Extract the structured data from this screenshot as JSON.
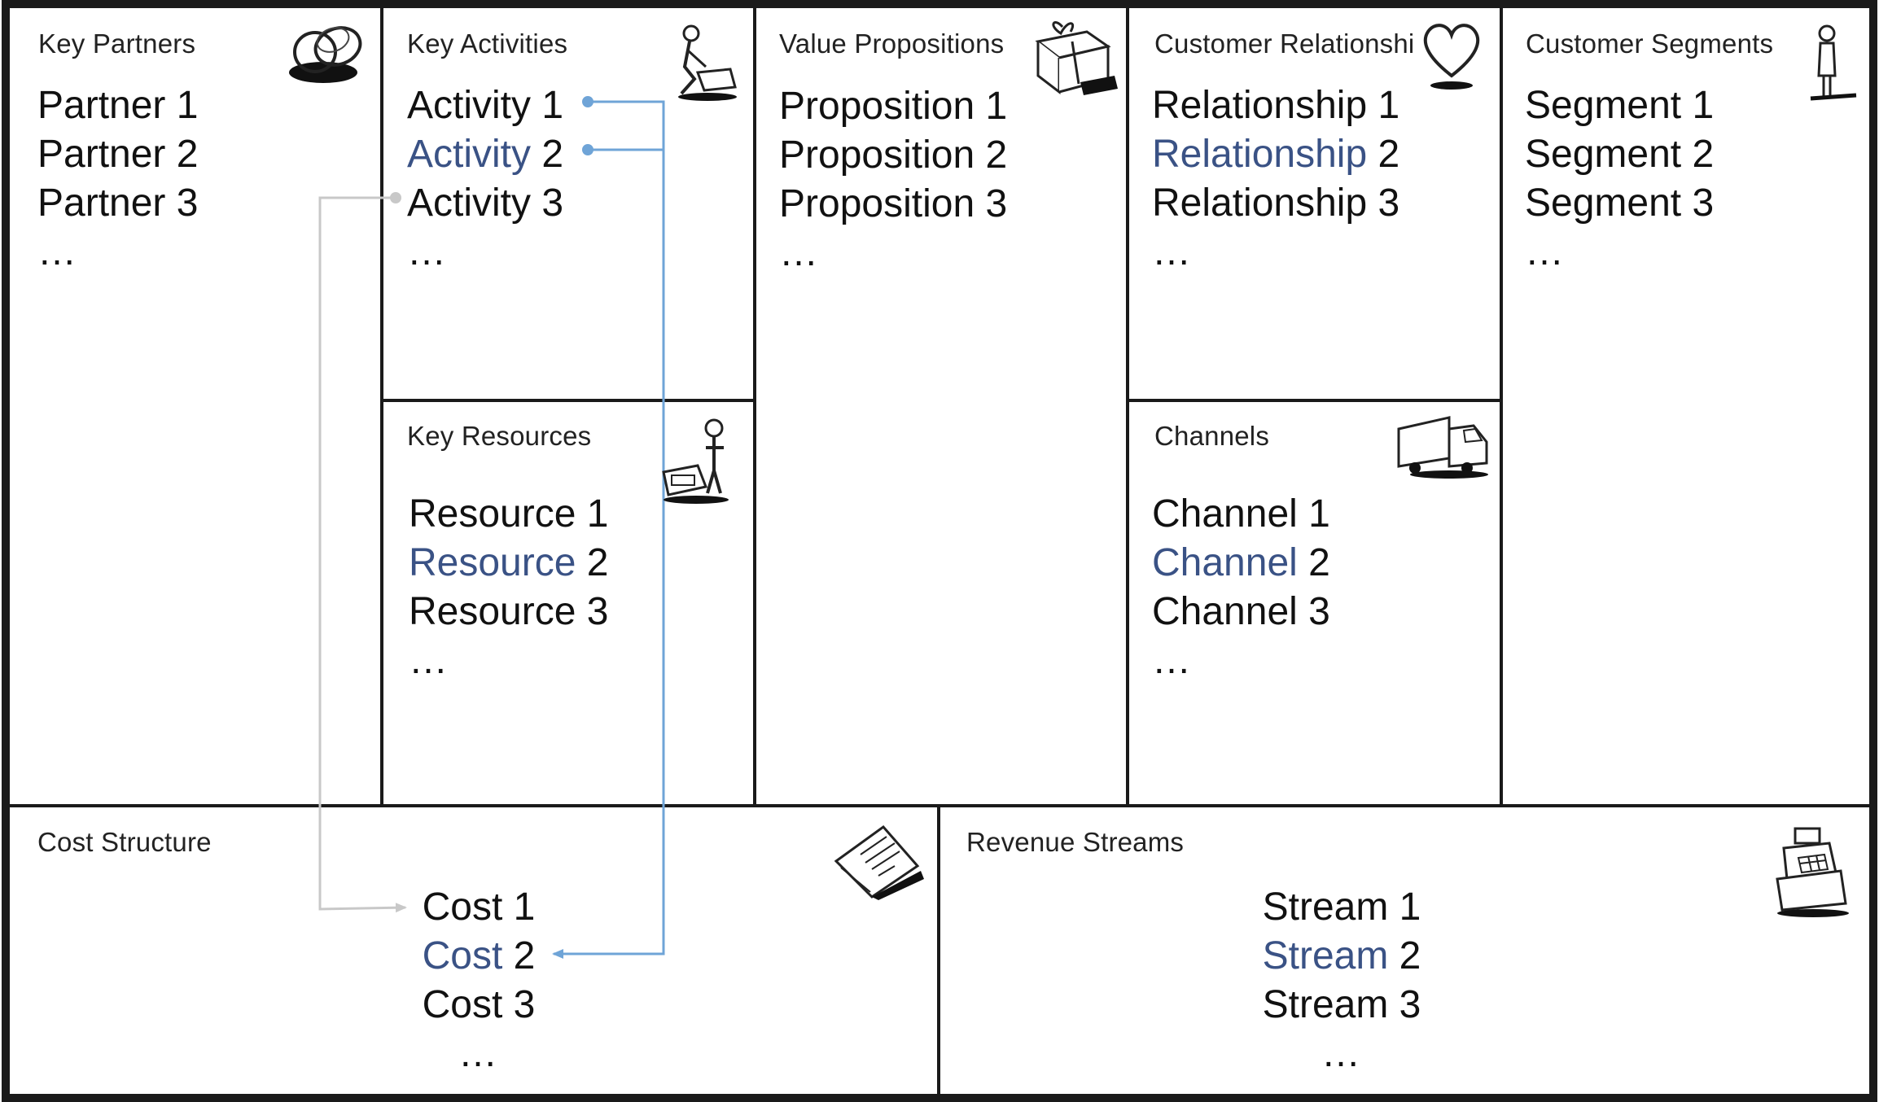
{
  "colors": {
    "frame": "#1a1a1a",
    "highlight_text": "#3a5285",
    "connector_blue": "#6fa4d7",
    "connector_gray": "#c8c8c8"
  },
  "key_partners": {
    "heading": "Key Partners",
    "icon": "chain-links-icon",
    "items": [
      "Partner 1",
      "Partner 2",
      "Partner 3"
    ],
    "ellipsis": "…"
  },
  "key_activities": {
    "heading": "Key Activities",
    "icon": "worker-icon",
    "items": [
      {
        "word": "Activity",
        "num": "1",
        "highlight": false
      },
      {
        "word": "Activity",
        "num": "2",
        "highlight": true
      },
      {
        "word": "Activity",
        "num": "3",
        "highlight": false
      }
    ],
    "ellipsis": "…"
  },
  "key_resources": {
    "heading": "Key Resources",
    "icon": "person-with-machine-icon",
    "items": [
      {
        "word": "Resource",
        "num": "1",
        "highlight": false
      },
      {
        "word": "Resource",
        "num": "2",
        "highlight": true
      },
      {
        "word": "Resource",
        "num": "3",
        "highlight": false
      }
    ],
    "ellipsis": "…"
  },
  "value_propositions": {
    "heading": "Value Propositions",
    "icon": "gift-box-icon",
    "items": [
      "Proposition 1",
      "Proposition 2",
      "Proposition 3"
    ],
    "ellipsis": "…"
  },
  "customer_relationships": {
    "heading": "Customer Relationshi",
    "icon": "heart-icon",
    "items": [
      {
        "word": "Relationship",
        "num": "1",
        "highlight": false
      },
      {
        "word": "Relationship",
        "num": "2",
        "highlight": true
      },
      {
        "word": "Relationship",
        "num": "3",
        "highlight": false
      }
    ],
    "ellipsis": "…"
  },
  "channels": {
    "heading": "Channels",
    "icon": "delivery-truck-icon",
    "items": [
      {
        "word": "Channel",
        "num": "1",
        "highlight": false
      },
      {
        "word": "Channel",
        "num": "2",
        "highlight": true
      },
      {
        "word": "Channel",
        "num": "3",
        "highlight": false
      }
    ],
    "ellipsis": "…"
  },
  "customer_segments": {
    "heading": "Customer Segments",
    "icon": "standing-person-icon",
    "items": [
      "Segment 1",
      "Segment 2",
      "Segment 3"
    ],
    "ellipsis": "…"
  },
  "cost_structure": {
    "heading": "Cost Structure",
    "icon": "receipt-icon",
    "items": [
      {
        "word": "Cost",
        "num": "1",
        "highlight": false
      },
      {
        "word": "Cost",
        "num": "2",
        "highlight": true
      },
      {
        "word": "Cost",
        "num": "3",
        "highlight": false
      }
    ],
    "ellipsis": "…"
  },
  "revenue_streams": {
    "heading": "Revenue Streams",
    "icon": "cash-register-icon",
    "items": [
      {
        "word": "Stream",
        "num": "1",
        "highlight": false
      },
      {
        "word": "Stream",
        "num": "2",
        "highlight": true
      },
      {
        "word": "Stream",
        "num": "3",
        "highlight": false
      }
    ],
    "ellipsis": "…"
  },
  "connectors": [
    {
      "from": "Activity 1",
      "to": "Cost 2",
      "color": "blue"
    },
    {
      "from": "Activity 2",
      "to": "Cost 2",
      "color": "blue"
    },
    {
      "from": "Activity 3",
      "to": "Cost 1",
      "color": "gray"
    }
  ]
}
